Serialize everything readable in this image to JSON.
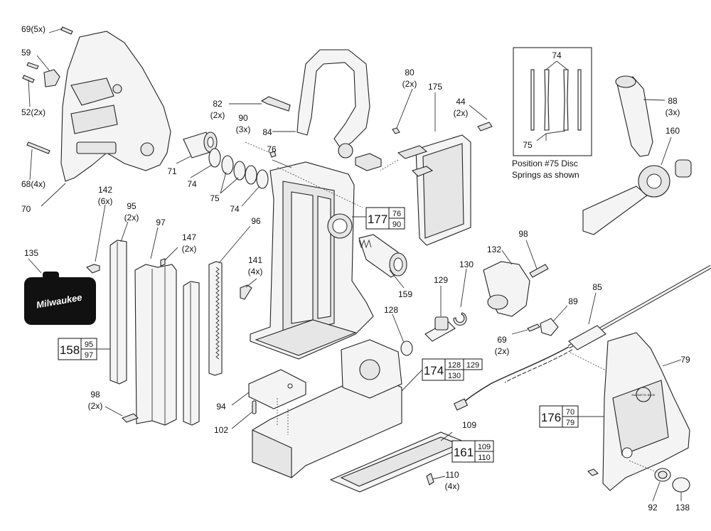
{
  "labels": {
    "l69_5x": "69(5x)",
    "l59": "59",
    "l52_2x": "52(2x)",
    "l68_4x": "68(4x)",
    "l70": "70",
    "l142": "142",
    "l142_6x": "(6x)",
    "l95": "95",
    "l95_2x": "(2x)",
    "l97": "97",
    "l147": "147",
    "l147_2x": "(2x)",
    "l135": "135",
    "l98a": "98",
    "l98a_2x": "(2x)",
    "l71": "71",
    "l74a": "74",
    "l75": "75",
    "l74b": "74",
    "l82": "82",
    "l82_2x": "(2x)",
    "l84": "84",
    "l90": "90",
    "l90_3x": "(3x)",
    "l76": "76",
    "l96": "96",
    "l141": "141",
    "l141_4x": "(4x)",
    "l80": "80",
    "l80_2x": "(2x)",
    "l175": "175",
    "l44": "44",
    "l44_2x": "(2x)",
    "l159": "159",
    "l128": "128",
    "l129": "129",
    "l130": "130",
    "l132": "132",
    "l98b": "98",
    "l85": "85",
    "l89": "89",
    "l69_2x": "69",
    "l69_2x_b": "(2x)",
    "l79": "79",
    "l94": "94",
    "l102": "102",
    "l109": "109",
    "l110": "110",
    "l110_4x": "(4x)",
    "l92": "92",
    "l138": "138",
    "l88": "88",
    "l88_3x": "(3x)",
    "l160": "160"
  },
  "inset": {
    "top_label": "74",
    "bottom_label": "75",
    "caption_line1": "Position #75 Disc",
    "caption_line2": "Springs as shown"
  },
  "kits": {
    "k177": {
      "main": "177",
      "sub1": "76",
      "sub2": "90"
    },
    "k158": {
      "main": "158",
      "sub1": "95",
      "sub2": "97"
    },
    "k174": {
      "main": "174",
      "sub1": "128",
      "sub2": "129",
      "sub3": "130"
    },
    "k161": {
      "main": "161",
      "sub1": "109",
      "sub2": "110"
    },
    "k176": {
      "main": "176",
      "sub1": "70",
      "sub2": "79"
    }
  },
  "case_brand": "Milwaukee",
  "nameplate": "MAGNETIC BASE"
}
